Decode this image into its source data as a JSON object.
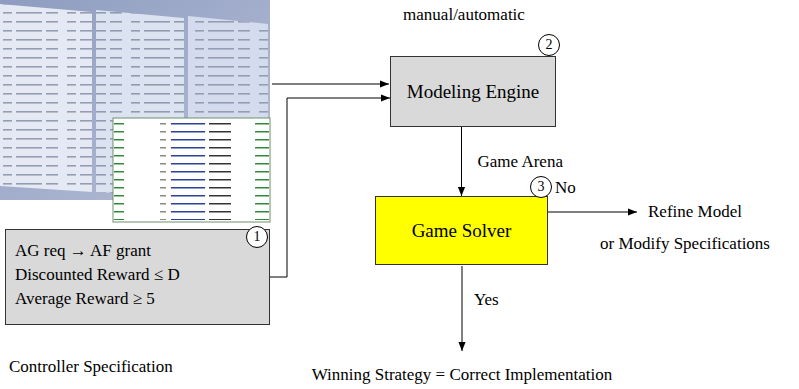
{
  "diagram": {
    "nodes": [
      {
        "text": [
          "AG req → AF grant",
          "Discounted Reward ≤ D",
          "Average Reward ≥ 5",
          "Controller Specification"
        ]
      },
      {
        "text": [
          "1"
        ],
        "in": 0
      },
      {
        "text": [
          "Modeling Engine"
        ]
      },
      {
        "text": [
          "2"
        ],
        "in": 2
      },
      {
        "text": [
          "Game Solver"
        ]
      },
      {
        "text": [
          "3"
        ],
        "in": 4
      }
    ],
    "edges": [
      {
        "from": 0,
        "to": 2,
        "arrow": "to"
      },
      {
        "from": 2,
        "to": 4,
        "label": "Game Arena",
        "arrow": "to"
      }
    ],
    "labels": [
      "manual/automatic",
      "No",
      "Refine Model",
      "or Modify Specifications",
      "Yes",
      "Winning Strategy = Correct Implementation"
    ]
  }
}
